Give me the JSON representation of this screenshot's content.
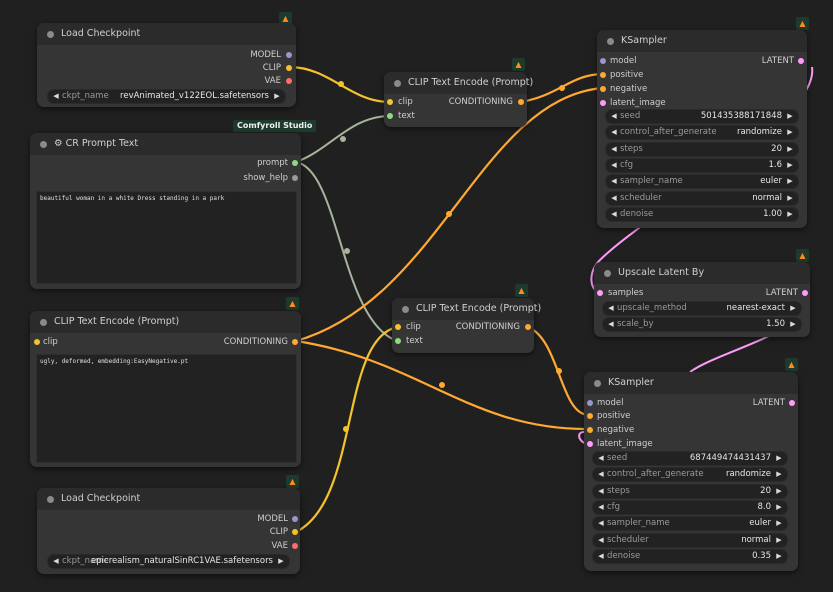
{
  "colors": {
    "model": "#9b96cf",
    "clip": "#f5c32b",
    "vae": "#ff6e6e",
    "conditioning": "#ffa931",
    "latent": "#ff9cf9",
    "string": "#8ddc7b",
    "boolean": "#9a9a9a",
    "wire_string": "#a5b49c",
    "badge_icon": "fox-icon"
  },
  "nodes": {
    "ckpt1": {
      "title": "Load Checkpoint",
      "outputs": [
        "MODEL",
        "CLIP",
        "VAE"
      ],
      "widget": {
        "label": "ckpt_name",
        "value": "revAnimated_v122EOL.safetensors"
      }
    },
    "crprompt": {
      "studio": "Comfyroll Studio",
      "title": "CR Prompt Text",
      "outputs": [
        "prompt",
        "show_help"
      ],
      "text": "beautiful woman in a white Dress standing in a park"
    },
    "clipneg": {
      "title": "CLIP Text Encode (Prompt)",
      "input": "clip",
      "output": "CONDITIONING",
      "text": "ugly, deformed, embedding:EasyNegative.pt"
    },
    "ckpt2": {
      "title": "Load Checkpoint",
      "outputs": [
        "MODEL",
        "CLIP",
        "VAE"
      ],
      "widget": {
        "label": "ckpt_name",
        "value": "epicrealism_naturalSinRC1VAE.safetensors"
      }
    },
    "clip1": {
      "title": "CLIP Text Encode (Prompt)",
      "inputs": [
        "clip",
        "text"
      ],
      "output": "CONDITIONING"
    },
    "clip2": {
      "title": "CLIP Text Encode (Prompt)",
      "inputs": [
        "clip",
        "text"
      ],
      "output": "CONDITIONING"
    },
    "ksampler1": {
      "title": "KSampler",
      "inputs": [
        "model",
        "positive",
        "negative",
        "latent_image"
      ],
      "output": "LATENT",
      "widgets": [
        {
          "label": "seed",
          "value": "501435388171848"
        },
        {
          "label": "control_after_generate",
          "value": "randomize"
        },
        {
          "label": "steps",
          "value": "20"
        },
        {
          "label": "cfg",
          "value": "1.6"
        },
        {
          "label": "sampler_name",
          "value": "euler"
        },
        {
          "label": "scheduler",
          "value": "normal"
        },
        {
          "label": "denoise",
          "value": "1.00"
        }
      ]
    },
    "upscale": {
      "title": "Upscale Latent By",
      "input": "samples",
      "output": "LATENT",
      "widgets": [
        {
          "label": "upscale_method",
          "value": "nearest-exact"
        },
        {
          "label": "scale_by",
          "value": "1.50"
        }
      ]
    },
    "ksampler2": {
      "title": "KSampler",
      "inputs": [
        "model",
        "positive",
        "negative",
        "latent_image"
      ],
      "output": "LATENT",
      "widgets": [
        {
          "label": "seed",
          "value": "687449474431437"
        },
        {
          "label": "control_after_generate",
          "value": "randomize"
        },
        {
          "label": "steps",
          "value": "20"
        },
        {
          "label": "cfg",
          "value": "8.0"
        },
        {
          "label": "sampler_name",
          "value": "euler"
        },
        {
          "label": "scheduler",
          "value": "normal"
        },
        {
          "label": "denoise",
          "value": "0.35"
        }
      ]
    }
  }
}
